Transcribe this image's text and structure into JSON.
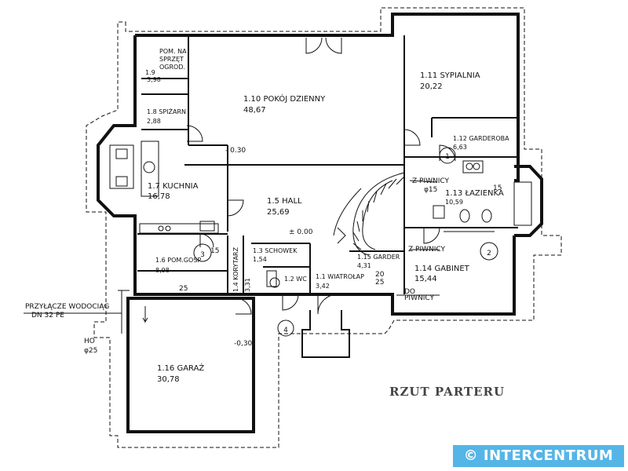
{
  "plan": {
    "title": "RZUT PARTERU",
    "brand": "© INTERCENTRUM",
    "rooms": [
      {
        "id": "1.1",
        "name": "WIATROŁAP",
        "area": "3,42"
      },
      {
        "id": "1.2",
        "name": "WC",
        "area": ""
      },
      {
        "id": "1.3",
        "name": "SCHOWEK",
        "area": "1,54"
      },
      {
        "id": "1.4",
        "name": "KORYTARZ",
        "area": "3,31"
      },
      {
        "id": "1.5",
        "name": "HALL",
        "area": "25,69"
      },
      {
        "id": "1.6",
        "name": "POM.GOSP",
        "area": "8,98"
      },
      {
        "id": "1.7",
        "name": "KUCHNIA",
        "area": "16,78"
      },
      {
        "id": "1.8",
        "name": "SPIŻARN",
        "area": "2,88"
      },
      {
        "id": "1.9",
        "name": "POM.NA SPRZĘT OGROD.",
        "area": "3,98"
      },
      {
        "id": "1.10",
        "name": "POKÓJ DZIENNY",
        "area": "48,67"
      },
      {
        "id": "1.11",
        "name": "SYPIALNIA",
        "area": "20,22"
      },
      {
        "id": "1.12",
        "name": "GARDEROBA",
        "area": "6,63"
      },
      {
        "id": "1.13",
        "name": "ŁAZIENKA",
        "area": "10,59"
      },
      {
        "id": "1.14",
        "name": "GABINET",
        "area": "15,44"
      },
      {
        "id": "1.15",
        "name": "GARDER",
        "area": "4,31"
      },
      {
        "id": "1.16",
        "name": "GARAŻ",
        "area": "30,78"
      }
    ],
    "notes": {
      "level_hall": "± 0.00",
      "level_neg1": "- 0.30",
      "level_neg2": "-0,30",
      "water_line1": "PRZYŁĄCZE WODOCIĄG",
      "water_line2": "DN 32 PE",
      "ho": "HO",
      "phi25": "φ25",
      "z_piwnicy1": "Z PIWNICY",
      "phi15": "φ15",
      "z_piwnicy2": "Z PIWNICY",
      "do_piwnicy1": "DO",
      "do_piwnicy2": "PIWNICY",
      "dim_25": "25",
      "dim_15a": "15",
      "dim_15b": "15",
      "dim_20": "20",
      "dim_25b": "25"
    },
    "markers": [
      "1",
      "2",
      "3",
      "4"
    ]
  }
}
